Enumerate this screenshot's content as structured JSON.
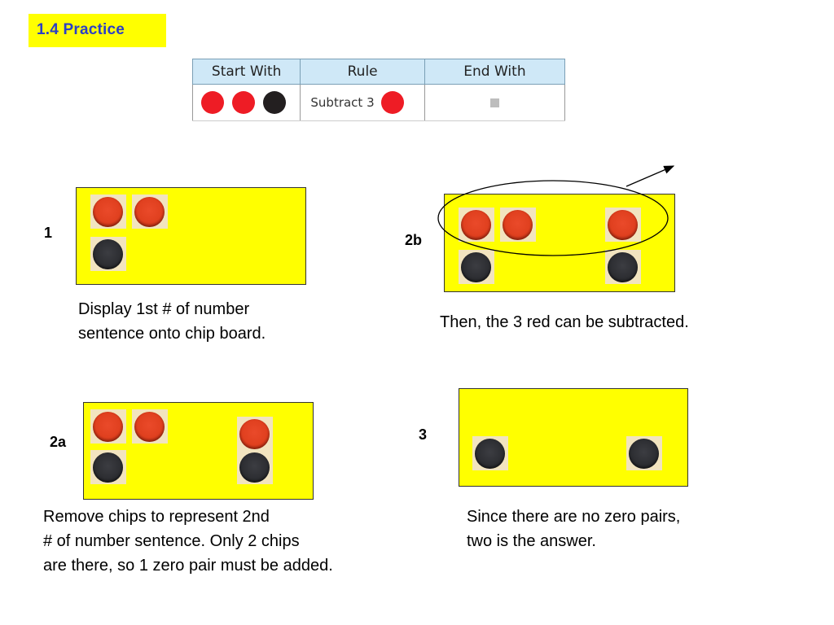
{
  "title": "1.4  Practice",
  "rule_table": {
    "headers": [
      "Start With",
      "Rule",
      "End With"
    ],
    "start_chips": [
      "red",
      "red",
      "black"
    ],
    "rule_text": "Subtract 3",
    "rule_chip": "red",
    "end_value_icon": "gray-square"
  },
  "steps": {
    "s1": {
      "label": "1",
      "caption": "Display 1st # of number\nsentence onto chip board.",
      "chips": [
        "red",
        "red",
        "black"
      ]
    },
    "s2a": {
      "label": "2a",
      "caption": "Remove chips to represent 2nd\n# of number sentence. Only 2 chips\nare there, so 1 zero pair must be added.",
      "chips": [
        "red",
        "red",
        "black",
        "red",
        "black"
      ]
    },
    "s2b": {
      "label": "2b",
      "caption": "Then, the 3 red can be subtracted.",
      "chips": [
        "red",
        "red",
        "black",
        "red",
        "black"
      ]
    },
    "s3": {
      "label": "3",
      "caption": "Since there are no zero pairs,\ntwo is the answer.",
      "chips": [
        "black",
        "black"
      ]
    }
  },
  "colors": {
    "title_text": "#2b3fc6",
    "highlight": "#ffff00",
    "header_fill": "#cfe8f7",
    "chip_red": "#e0401f",
    "chip_black": "#2c2d31"
  }
}
